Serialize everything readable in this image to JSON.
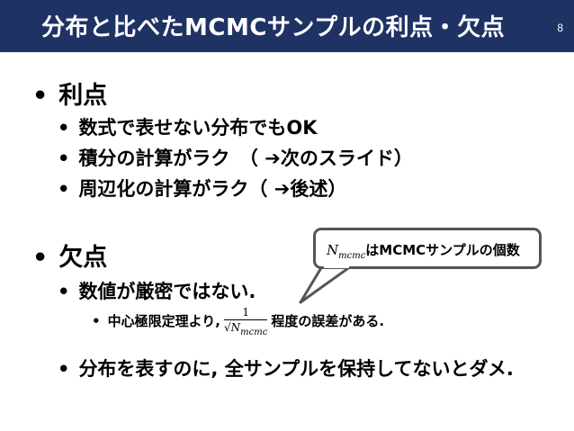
{
  "header": {
    "title": "分布と比べたMCMCサンプルの利点・欠点",
    "page_number": "8"
  },
  "bullets": {
    "marker": "•",
    "advantages": {
      "heading": "利点",
      "items": [
        "数式で表せない分布でもOK",
        "積分の計算がラク　（ ➔次のスライド）",
        "周辺化の計算がラク（ ➔後述）"
      ]
    },
    "disadvantages": {
      "heading": "欠点",
      "item1": "数値が厳密ではない.",
      "sub_item": {
        "prefix": "中心極限定理より,",
        "fraction_numerator": "1",
        "fraction_denominator_root": "√",
        "fraction_denominator_var": "N",
        "fraction_denominator_sub": "mcmc",
        "suffix": "程度の誤差がある."
      },
      "item2": "分布を表すのに, 全サンプルを保持してないとダメ."
    }
  },
  "callout": {
    "var": "N",
    "sub": "mcmc",
    "text": "はMCMCサンプルの個数"
  },
  "colors": {
    "header_bg": "#1f3264",
    "callout_border": "#555555"
  }
}
